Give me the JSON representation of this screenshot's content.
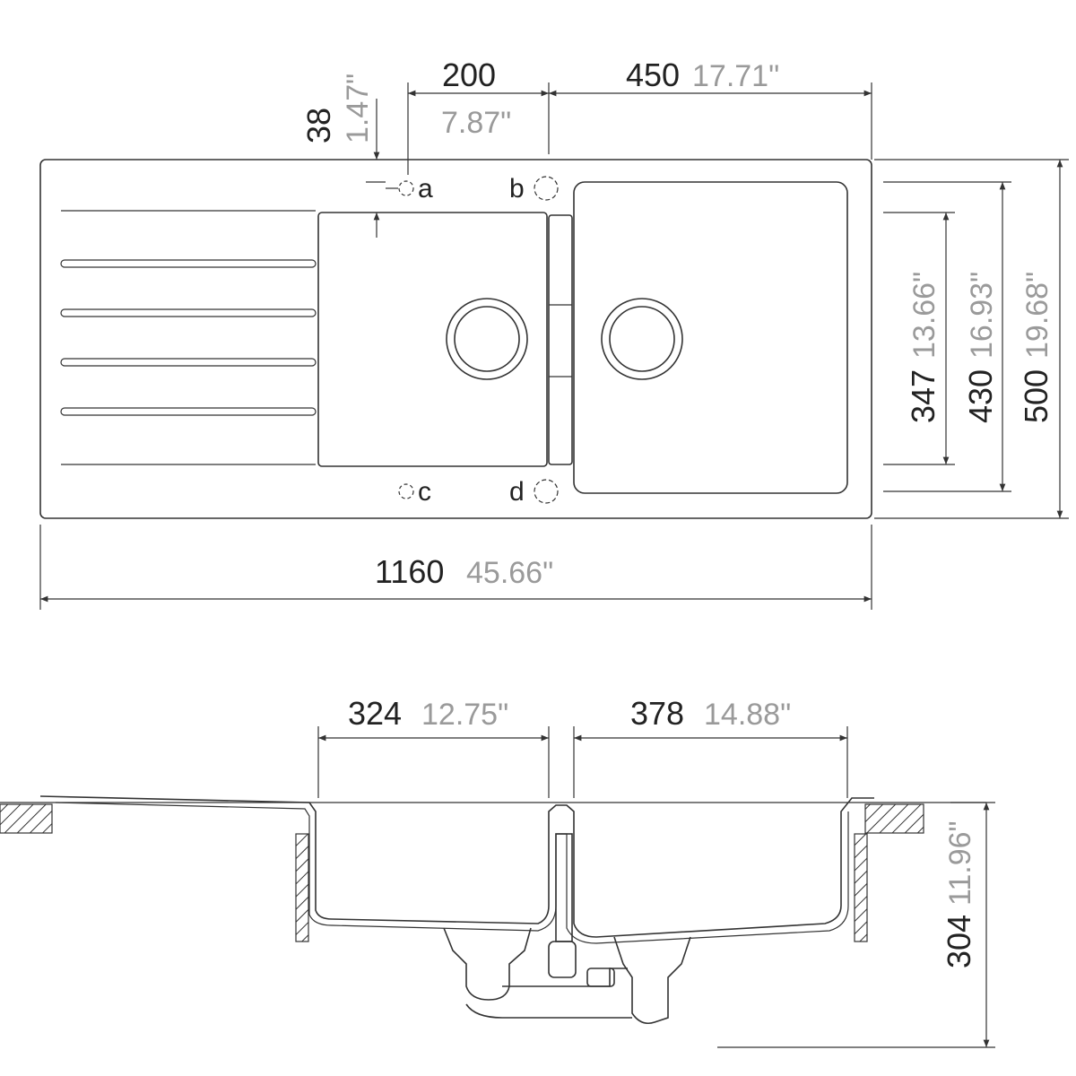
{
  "top_view": {
    "dim_tap_offset": {
      "mm": "200",
      "inch": "7.87\""
    },
    "dim_right_bowl_width": {
      "mm": "450",
      "inch": "17.71\""
    },
    "dim_tap_edge": {
      "mm": "38",
      "inch": "1.47\""
    },
    "dim_small_bowl_depth": {
      "mm": "347",
      "inch": "13.66\""
    },
    "dim_large_bowl_depth": {
      "mm": "430",
      "inch": "16.93\""
    },
    "dim_total_depth": {
      "mm": "500",
      "inch": "19.68\""
    },
    "dim_total_width": {
      "mm": "1160",
      "inch": "45.66\""
    },
    "tap_holes": [
      "a",
      "b",
      "c",
      "d"
    ]
  },
  "section_view": {
    "dim_left_bowl": {
      "mm": "324",
      "inch": "12.75\""
    },
    "dim_right_bowl": {
      "mm": "378",
      "inch": "14.88\""
    },
    "dim_height": {
      "mm": "304",
      "inch": "11.96\""
    }
  },
  "colors": {
    "line": "#333333",
    "mm_text": "#222222",
    "inch_text": "#9a9a9a"
  }
}
